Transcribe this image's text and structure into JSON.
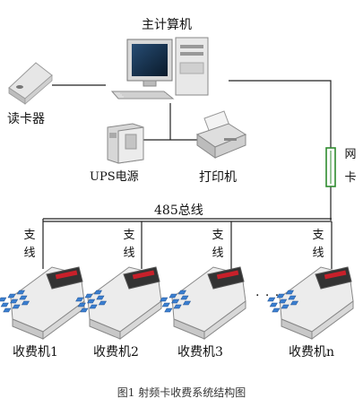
{
  "diagram": {
    "main_computer": "主计算机",
    "card_reader": "读卡器",
    "ups": "UPS电源",
    "printer": "打印机",
    "network_card_char1": "网",
    "network_card_char2": "卡",
    "bus": "485总线",
    "branch_char1": "支",
    "branch_char2": "线",
    "ellipsis": ". . .",
    "terminals": [
      "收费机1",
      "收费机2",
      "收费机3",
      "收费机n"
    ],
    "caption": "图1  射频卡收费系统结构图"
  },
  "colors": {
    "network_card": "#2e8b2e",
    "terminal_display": "#c8202a",
    "keypad": "#3b7fd0"
  }
}
